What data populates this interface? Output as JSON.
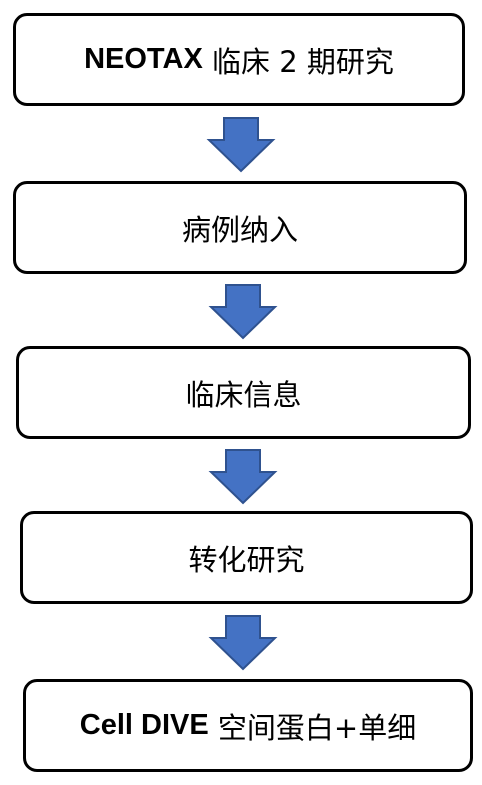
{
  "flow": {
    "step1": {
      "latin": "NEOTAX",
      "cjk": " 临床 2 期研究"
    },
    "step2": {
      "cjk": "病例纳入"
    },
    "step3": {
      "cjk": "临床信息"
    },
    "step4": {
      "cjk": "转化研究"
    },
    "step5": {
      "latin": "Cell DIVE",
      "cjk": " 空间蛋白+单细"
    }
  },
  "colors": {
    "arrow_fill": "#4472c4",
    "arrow_stroke": "#2f528f",
    "box_border": "#000000"
  },
  "icons": {
    "arrow": "down-arrow-icon"
  }
}
